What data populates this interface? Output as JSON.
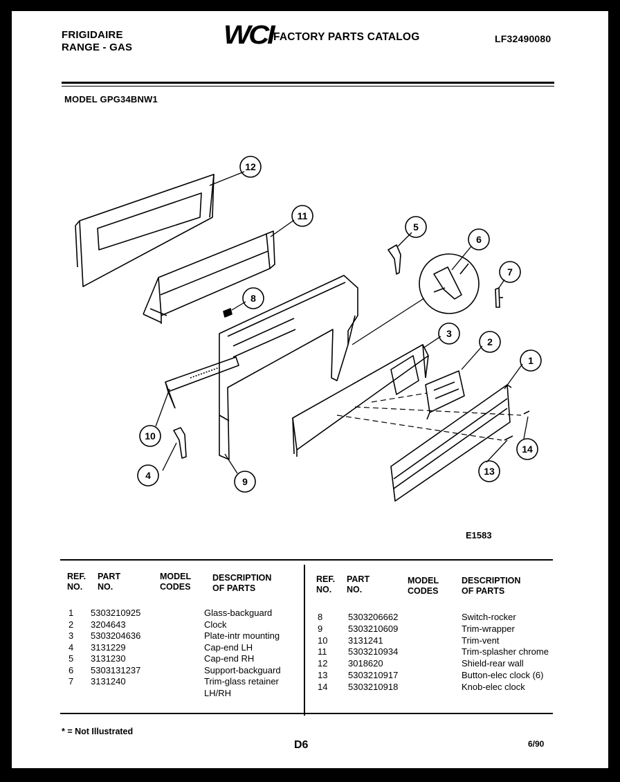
{
  "header": {
    "brand": "FRIGIDAIRE",
    "product": "RANGE - GAS",
    "logo_text": "WCI",
    "catalog_title": "FACTORY PARTS CATALOG",
    "catalog_code": "LF32490080",
    "model_line": "MODEL GPG34BNW1"
  },
  "diagram": {
    "figure_id": "E1583",
    "callouts": [
      "12",
      "11",
      "5",
      "6",
      "7",
      "8",
      "3",
      "2",
      "1",
      "10",
      "14",
      "13",
      "4",
      "9"
    ]
  },
  "table": {
    "headers": {
      "ref": [
        "REF.",
        "NO."
      ],
      "part": [
        "PART",
        "NO."
      ],
      "model": [
        "MODEL",
        "CODES"
      ],
      "desc": [
        "DESCRIPTION",
        "OF PARTS"
      ]
    },
    "left_rows": [
      {
        "ref": "1",
        "part": "5303210925",
        "desc": "Glass-backguard"
      },
      {
        "ref": "2",
        "part": "3204643",
        "desc": "Clock"
      },
      {
        "ref": "3",
        "part": "5303204636",
        "desc": "Plate-intr mounting"
      },
      {
        "ref": "4",
        "part": "3131229",
        "desc": "Cap-end LH"
      },
      {
        "ref": "5",
        "part": "3131230",
        "desc": "Cap-end RH"
      },
      {
        "ref": "6",
        "part": "5303131237",
        "desc": "Support-backguard"
      },
      {
        "ref": "7",
        "part": "3131240",
        "desc": "Trim-glass retainer",
        "desc2": "LH/RH"
      }
    ],
    "right_rows": [
      {
        "ref": "8",
        "part": "5303206662",
        "desc": "Switch-rocker"
      },
      {
        "ref": "9",
        "part": "5303210609",
        "desc": "Trim-wrapper"
      },
      {
        "ref": "10",
        "part": "3131241",
        "desc": "Trim-vent"
      },
      {
        "ref": "11",
        "part": "5303210934",
        "desc": "Trim-splasher chrome"
      },
      {
        "ref": "12",
        "part": "3018620",
        "desc": "Shield-rear wall"
      },
      {
        "ref": "13",
        "part": "5303210917",
        "desc": "Button-elec clock (6)"
      },
      {
        "ref": "14",
        "part": "5303210918",
        "desc": "Knob-elec clock"
      }
    ]
  },
  "footer": {
    "note": "* = Not Illustrated",
    "page": "D6",
    "date": "6/90"
  }
}
